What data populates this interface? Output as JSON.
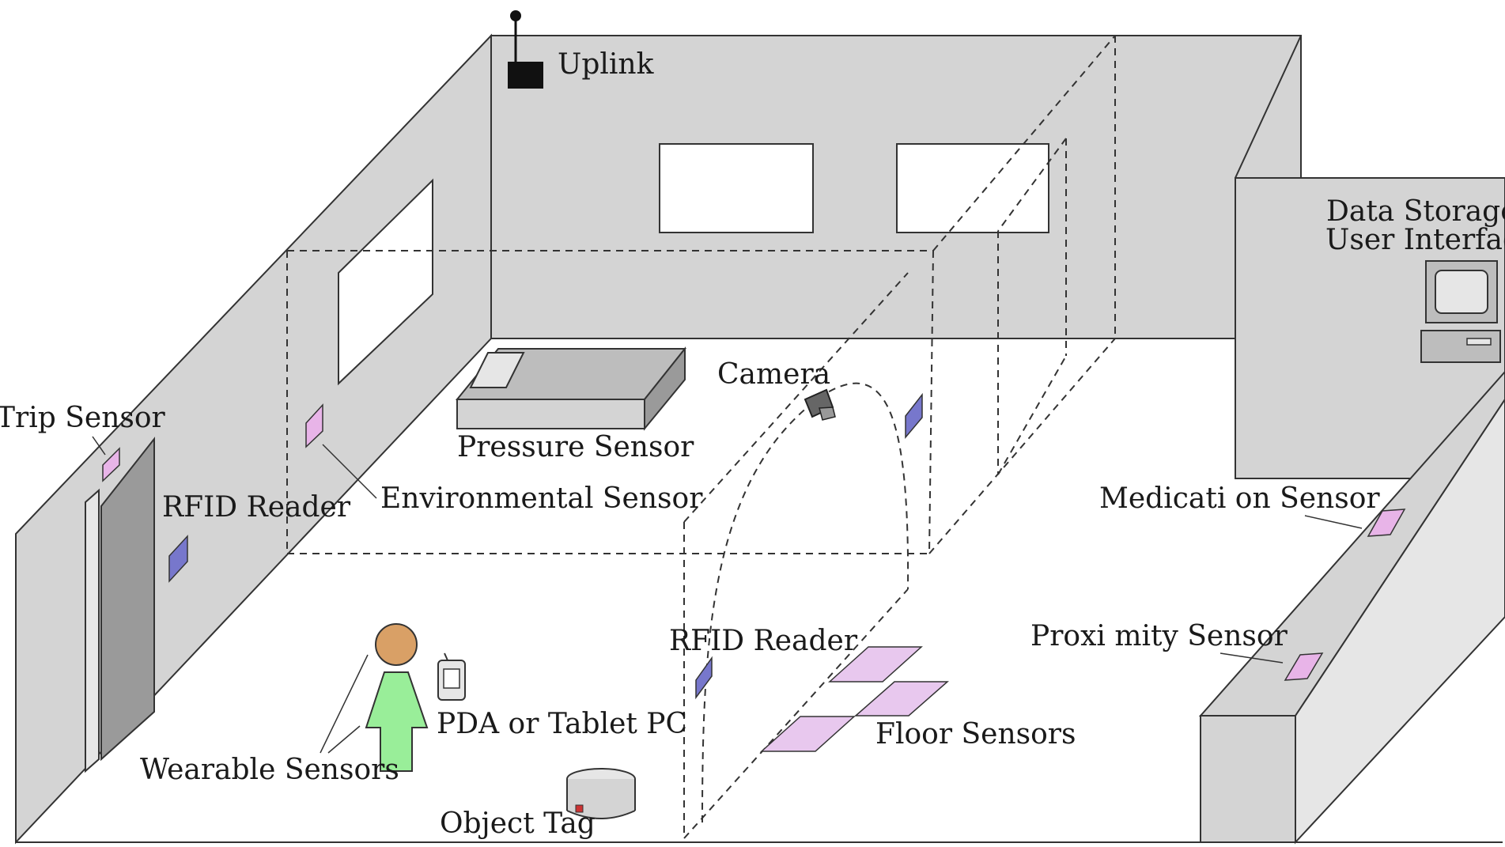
{
  "labels": {
    "uplink": "Uplink",
    "trip_sensor": "Trip Sensor",
    "rfid_reader_wall": "RFID Reader",
    "environmental_sensor": "Environmental Sensor",
    "pressure_sensor": "Pressure Sensor",
    "camera": "Camera",
    "data_storage_line1": "Data Storage /",
    "data_storage_line2": "User Interface",
    "medication_sensor": "Medicati on Sensor",
    "proximity_sensor": "Proxi mity Sensor",
    "rfid_reader_floor": "RFID Reader",
    "floor_sensors": "Floor Sensors",
    "pda": "PDA or Tablet PC",
    "wearable_sensors": "Wearable Sensors",
    "object_tag": "Object Tag"
  },
  "colors": {
    "wall": "#d4d4d4",
    "wall_stroke": "#333333",
    "sensor_pink": "#e8b4e8",
    "sensor_blue": "#7777cc",
    "person_head": "#d9a066",
    "person_body": "#99ee99",
    "door": "#9a9a9a"
  }
}
